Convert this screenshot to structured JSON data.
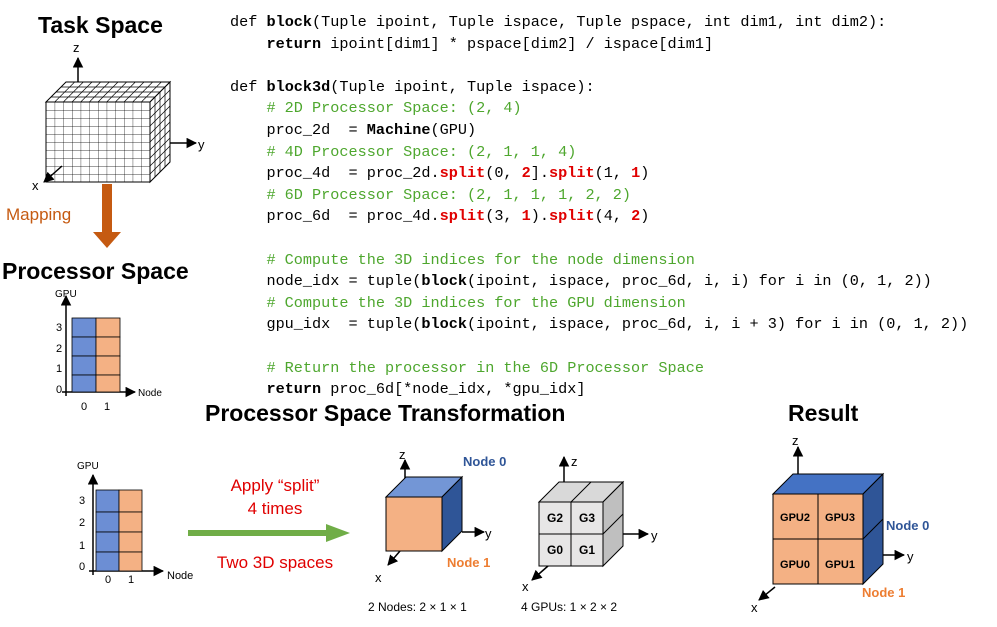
{
  "headings": {
    "task_space": "Task Space",
    "processor_space": "Processor Space",
    "transformation": "Processor Space Transformation",
    "result": "Result"
  },
  "mapping_label": "Mapping",
  "axes": {
    "x": "x",
    "y": "y",
    "z": "z",
    "gpu": "GPU",
    "node": "Node"
  },
  "processor_grid": {
    "gpu_ticks": [
      "3",
      "2",
      "1",
      "0"
    ],
    "node_ticks": [
      "0",
      "1"
    ]
  },
  "transform": {
    "arrow_top": "Apply “split”",
    "arrow_mid": "4 times",
    "arrow_bottom": "Two 3D spaces",
    "node0": "Node 0",
    "node1": "Node 1",
    "gpu_cells": [
      "G2",
      "G3",
      "G0",
      "G1"
    ],
    "caption_nodes": "2 Nodes:  2 × 1 × 1",
    "caption_gpus": "4 GPUs:  1 × 2 × 2"
  },
  "result": {
    "gpu_cells": [
      "GPU2",
      "GPU3",
      "GPU0",
      "GPU1"
    ],
    "node0": "Node 0",
    "node1": "Node 1"
  },
  "code_lines": [
    [
      [
        "t",
        "def "
      ],
      [
        "b",
        "block"
      ],
      [
        "t",
        "(Tuple ipoint, Tuple ispace, Tuple pspace, int dim1, int dim2):"
      ]
    ],
    [
      [
        "t",
        "    "
      ],
      [
        "b",
        "return"
      ],
      [
        "t",
        " ipoint[dim1] * pspace[dim2] / ispace[dim1]"
      ]
    ],
    [
      [
        "t",
        ""
      ]
    ],
    [
      [
        "t",
        "def "
      ],
      [
        "b",
        "block3d"
      ],
      [
        "t",
        "(Tuple ipoint, Tuple ispace):"
      ]
    ],
    [
      [
        "c",
        "    # 2D Processor Space: (2, 4)"
      ]
    ],
    [
      [
        "t",
        "    proc_2d  = "
      ],
      [
        "b",
        "Machine"
      ],
      [
        "t",
        "(GPU)"
      ]
    ],
    [
      [
        "c",
        "    # 4D Processor Space: (2, 1, 1, 4)"
      ]
    ],
    [
      [
        "t",
        "    proc_4d  = proc_2d."
      ],
      [
        "r",
        "split"
      ],
      [
        "t",
        "(0, "
      ],
      [
        "r",
        "2"
      ],
      [
        "t",
        "]."
      ],
      [
        "r",
        "split"
      ],
      [
        "t",
        "(1, "
      ],
      [
        "r",
        "1"
      ],
      [
        "t",
        ")"
      ]
    ],
    [
      [
        "c",
        "    # 6D Processor Space: (2, 1, 1, 1, 2, 2)"
      ]
    ],
    [
      [
        "t",
        "    proc_6d  = proc_4d."
      ],
      [
        "r",
        "split"
      ],
      [
        "t",
        "(3, "
      ],
      [
        "r",
        "1"
      ],
      [
        "t",
        ")."
      ],
      [
        "r",
        "split"
      ],
      [
        "t",
        "(4, "
      ],
      [
        "r",
        "2"
      ],
      [
        "t",
        ")"
      ]
    ],
    [
      [
        "t",
        ""
      ]
    ],
    [
      [
        "c",
        "    # Compute the 3D indices for the node dimension"
      ]
    ],
    [
      [
        "t",
        "    node_idx = tuple("
      ],
      [
        "b",
        "block"
      ],
      [
        "t",
        "(ipoint, ispace, proc_6d, i, i) for i in (0, 1, 2))"
      ]
    ],
    [
      [
        "c",
        "    # Compute the 3D indices for the GPU dimension"
      ]
    ],
    [
      [
        "t",
        "    gpu_idx  = tuple("
      ],
      [
        "b",
        "block"
      ],
      [
        "t",
        "(ipoint, ispace, proc_6d, i, i + 3) for i in (0, 1, 2))"
      ]
    ],
    [
      [
        "t",
        ""
      ]
    ],
    [
      [
        "c",
        "    # Return the processor in the 6D Processor Space"
      ]
    ],
    [
      [
        "t",
        "    "
      ],
      [
        "b",
        "return"
      ],
      [
        "t",
        " proc_6d[*node_idx, *gpu_idx]"
      ]
    ]
  ]
}
